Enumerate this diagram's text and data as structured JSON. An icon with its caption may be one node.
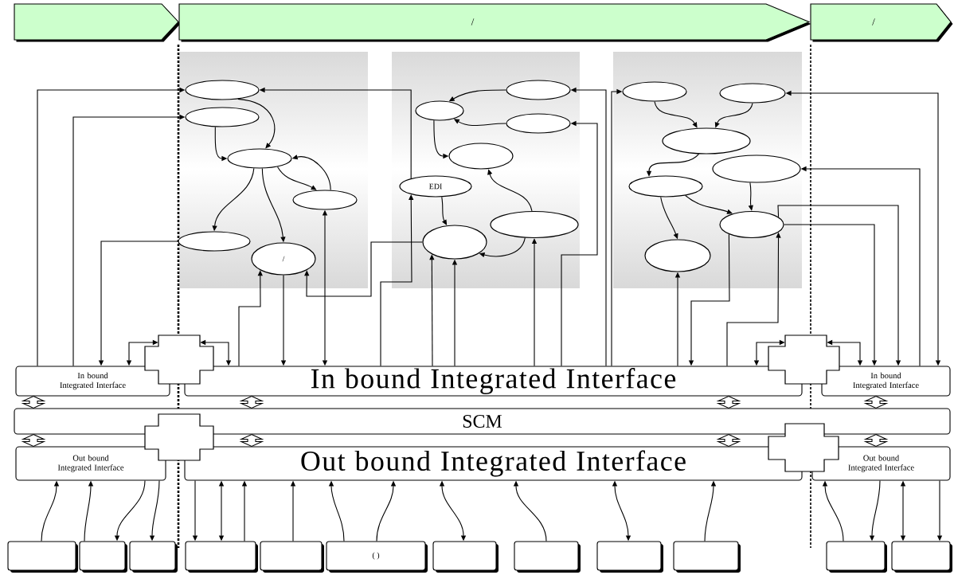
{
  "diagram": {
    "nodes": [
      {
        "text": [],
        "shape": "arrow"
      },
      {
        "text": [
          "/"
        ]
      },
      {
        "text": [
          "/"
        ]
      },
      {
        "text": [],
        "shape": "ellipse"
      },
      {
        "text": [],
        "shape": "ellipse"
      },
      {
        "text": [],
        "shape": "ellipse"
      },
      {
        "text": [],
        "shape": "ellipse"
      },
      {
        "text": [],
        "shape": "ellipse"
      },
      {
        "text": [
          "/"
        ]
      },
      {
        "text": [],
        "shape": "ellipse"
      },
      {
        "text": [],
        "shape": "ellipse"
      },
      {
        "text": [],
        "shape": "ellipse"
      },
      {
        "text": [],
        "shape": "ellipse"
      },
      {
        "text": [
          "EDI"
        ]
      },
      {
        "text": [],
        "shape": "ellipse"
      },
      {
        "text": [],
        "shape": "ellipse"
      },
      {
        "text": [],
        "shape": "ellipse"
      },
      {
        "text": [],
        "shape": "ellipse"
      },
      {
        "text": [],
        "shape": "ellipse"
      },
      {
        "text": [],
        "shape": "ellipse"
      },
      {
        "text": [],
        "shape": "ellipse"
      },
      {
        "text": [],
        "shape": "ellipse"
      },
      {
        "text": [],
        "shape": "ellipse"
      },
      {
        "text": [
          "In bound Integrated Interface"
        ]
      },
      {
        "text": [
          "In bound Integrated Interface"
        ]
      },
      {
        "text": [
          "In bound Integrated Interface"
        ]
      },
      {
        "text": [
          "SCM"
        ]
      },
      {
        "text": [
          "Out bound Integrated Interface"
        ]
      },
      {
        "text": [
          "Out bound Integrated Interface"
        ]
      },
      {
        "text": [
          "Out bound Integrated Interface"
        ]
      },
      {
        "text": [],
        "shape": "cross"
      },
      {
        "text": [],
        "shape": "cross"
      },
      {
        "text": [],
        "shape": "cross"
      },
      {
        "text": [],
        "shape": "cross"
      },
      {
        "text": [],
        "shape": "box"
      },
      {
        "text": [],
        "shape": "box"
      },
      {
        "text": [],
        "shape": "box"
      },
      {
        "text": [],
        "shape": "box"
      },
      {
        "text": [],
        "shape": "box"
      },
      {
        "text": [
          "( )"
        ]
      },
      {
        "text": [],
        "shape": "box"
      },
      {
        "text": [],
        "shape": "box"
      },
      {
        "text": [],
        "shape": "box"
      },
      {
        "text": [],
        "shape": "box"
      },
      {
        "text": [],
        "shape": "box"
      },
      {
        "text": [],
        "shape": "box"
      }
    ],
    "edges": [
      {
        "from": 3,
        "to": 5,
        "arrow": "to"
      },
      {
        "from": 4,
        "to": 5,
        "arrow": "to"
      },
      {
        "from": 5,
        "to": 7,
        "arrow": "to"
      },
      {
        "from": 5,
        "to": 8,
        "arrow": "to"
      },
      {
        "from": 5,
        "to": 6,
        "arrow": "to"
      },
      {
        "from": 6,
        "to": 5,
        "arrow": "to"
      },
      {
        "from": 9,
        "to": 10,
        "arrow": "to"
      },
      {
        "from": 11,
        "to": 10,
        "arrow": "to"
      },
      {
        "from": 10,
        "to": 12,
        "arrow": "to"
      },
      {
        "from": 13,
        "to": 14,
        "arrow": "to"
      },
      {
        "from": 15,
        "to": 12,
        "arrow": "to"
      },
      {
        "from": 15,
        "to": 14,
        "arrow": "to"
      },
      {
        "from": 16,
        "to": 18,
        "arrow": "to"
      },
      {
        "from": 17,
        "to": 18,
        "arrow": "to"
      },
      {
        "from": 18,
        "to": 20,
        "arrow": "to"
      },
      {
        "from": 20,
        "to": 22,
        "arrow": "to"
      },
      {
        "from": 20,
        "to": 21,
        "arrow": "to"
      },
      {
        "from": 19,
        "to": 21,
        "arrow": "to"
      },
      {
        "from": 23,
        "to": 3,
        "arrow": "to"
      },
      {
        "from": 23,
        "to": 4,
        "arrow": "to"
      },
      {
        "from": 7,
        "to": 23,
        "arrow": "to"
      },
      {
        "from": 23,
        "to": 30,
        "arrow": "both"
      },
      {
        "from": 30,
        "to": 24,
        "arrow": "both"
      },
      {
        "from": 24,
        "to": 8,
        "arrow": "to"
      },
      {
        "from": 8,
        "to": 24,
        "arrow": "to"
      },
      {
        "from": 14,
        "to": 8,
        "arrow": "to"
      },
      {
        "from": 24,
        "to": 13,
        "arrow": "to"
      },
      {
        "from": 24,
        "to": 6,
        "arrow": "both"
      },
      {
        "from": 13,
        "to": 3,
        "arrow": "to"
      },
      {
        "from": 24,
        "to": 14,
        "arrow": "to"
      },
      {
        "from": 24,
        "to": 14,
        "arrow": "to"
      },
      {
        "from": 24,
        "to": 15,
        "arrow": "to"
      },
      {
        "from": 24,
        "to": 11,
        "arrow": "to"
      },
      {
        "from": 24,
        "to": 9,
        "arrow": "to"
      },
      {
        "from": 24,
        "to": 16,
        "arrow": "to"
      },
      {
        "from": 24,
        "to": 22,
        "arrow": "to"
      },
      {
        "from": 21,
        "to": 24,
        "arrow": "to"
      },
      {
        "from": 24,
        "to": 21,
        "arrow": "to"
      },
      {
        "from": 32,
        "to": 24,
        "arrow": "both"
      },
      {
        "from": 32,
        "to": 25,
        "arrow": "both"
      },
      {
        "from": 21,
        "to": 25,
        "arrow": "to"
      },
      {
        "from": 21,
        "to": 25,
        "arrow": "to"
      },
      {
        "from": 25,
        "to": 19,
        "arrow": "to"
      },
      {
        "from": 17,
        "to": 25,
        "arrow": "both"
      },
      {
        "from": 23,
        "to": 26,
        "arrow": "both",
        "style": "thick"
      },
      {
        "from": 26,
        "to": 27,
        "arrow": "both",
        "style": "thick"
      },
      {
        "from": 24,
        "to": 26,
        "arrow": "both",
        "style": "thick"
      },
      {
        "from": 26,
        "to": 28,
        "arrow": "both",
        "style": "thick"
      },
      {
        "from": 24,
        "to": 26,
        "arrow": "both",
        "style": "thick"
      },
      {
        "from": 26,
        "to": 28,
        "arrow": "both",
        "style": "thick"
      },
      {
        "from": 25,
        "to": 26,
        "arrow": "both",
        "style": "thick"
      },
      {
        "from": 26,
        "to": 29,
        "arrow": "both",
        "style": "thick"
      },
      {
        "from": 34,
        "to": 27,
        "arrow": "to"
      },
      {
        "from": 35,
        "to": 27,
        "arrow": "to"
      },
      {
        "from": 27,
        "to": 35,
        "arrow": "to"
      },
      {
        "from": 27,
        "to": 36,
        "arrow": "to"
      },
      {
        "from": 28,
        "to": 37,
        "arrow": "to"
      },
      {
        "from": 28,
        "to": 37,
        "arrow": "both"
      },
      {
        "from": 37,
        "to": 28,
        "arrow": "to"
      },
      {
        "from": 38,
        "to": 28,
        "arrow": "to"
      },
      {
        "from": 39,
        "to": 28,
        "arrow": "to"
      },
      {
        "from": 39,
        "to": 28,
        "arrow": "to"
      },
      {
        "from": 28,
        "to": 40,
        "arrow": "both"
      },
      {
        "from": 41,
        "to": 28,
        "arrow": "to"
      },
      {
        "from": 28,
        "to": 42,
        "arrow": "both"
      },
      {
        "from": 43,
        "to": 28,
        "arrow": "to"
      },
      {
        "from": 44,
        "to": 29,
        "arrow": "to"
      },
      {
        "from": 29,
        "to": 44,
        "arrow": "to"
      },
      {
        "from": 29,
        "to": 45,
        "arrow": "both"
      },
      {
        "from": 29,
        "to": 45,
        "arrow": "to"
      }
    ]
  }
}
